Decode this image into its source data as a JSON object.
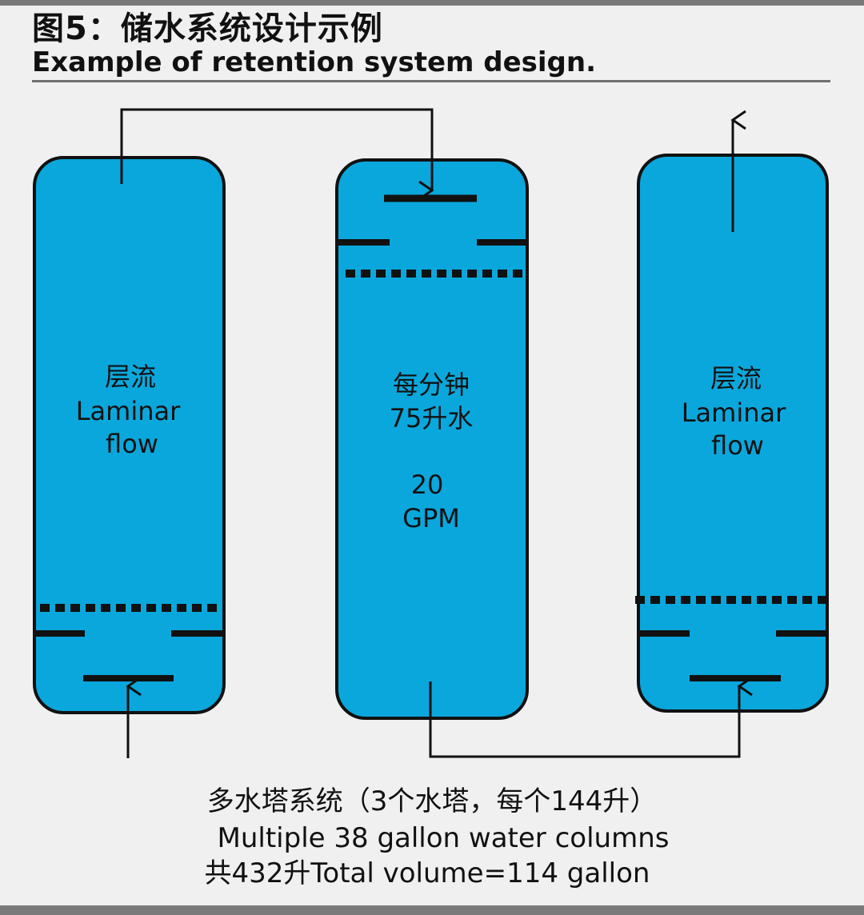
{
  "header": {
    "title": "图5：储水系统设计示例",
    "subtitle": "Example of retention system design."
  },
  "tanks": [
    {
      "line1": "层流",
      "line2": "Laminar",
      "line3": "flow"
    },
    {
      "line1": "每分钟",
      "line2": "75升水",
      "line3": "20",
      "line4": "GPM"
    },
    {
      "line1": "层流",
      "line2": "Laminar",
      "line3": "flow"
    }
  ],
  "footer": {
    "line1": "多水塔系统（3个水塔，每个144升）",
    "line2": "Multiple 38 gallon water columns",
    "line3": "共432升Total volume=114 gallon"
  },
  "colors": {
    "tank_fill": "#0aa7dc",
    "outline": "#111111",
    "background": "#f0f0f0"
  }
}
